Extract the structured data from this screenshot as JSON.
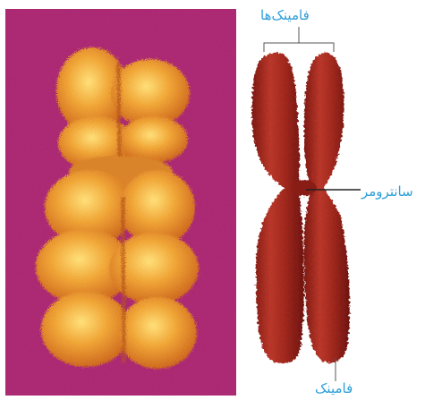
{
  "labels": {
    "chromatids": "فامینک‌ها",
    "centromere": "سانترومر",
    "chromatid": "فامینک"
  },
  "colors": {
    "label": "#2f9fd8",
    "photo_background": "#b0206a",
    "photo_chromosome": "#e5962a",
    "drawing_chromosome": "#a3281f",
    "leader_line": "#333333"
  }
}
